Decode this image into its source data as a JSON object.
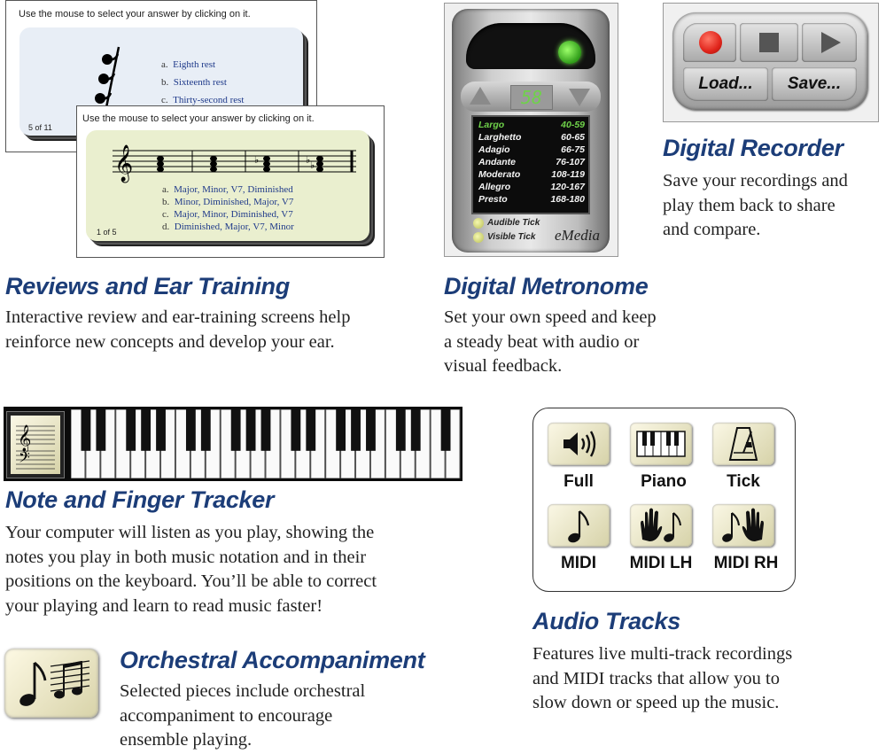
{
  "reviews": {
    "card1": {
      "instruction": "Use the mouse to select your answer by clicking on it.",
      "options": [
        {
          "letter": "a.",
          "text": "Eighth rest"
        },
        {
          "letter": "b.",
          "text": "Sixteenth rest"
        },
        {
          "letter": "c.",
          "text": "Thirty-second rest"
        }
      ],
      "page": "5 of 11"
    },
    "card2": {
      "instruction": "Use the mouse to select your answer by clicking on it.",
      "options": [
        {
          "letter": "a.",
          "text": "Major,  Minor,  V7,  Diminished"
        },
        {
          "letter": "b.",
          "text": "Minor,  Diminished,  Major,  V7"
        },
        {
          "letter": "c.",
          "text": "Major,  Minor,  Diminished,  V7"
        },
        {
          "letter": "d.",
          "text": "Diminished,  Major,  V7,  Minor"
        }
      ],
      "page": "1 of 5"
    },
    "heading": "Reviews and Ear Training",
    "description": [
      "Interactive review and ear-training screens help",
      "reinforce new concepts and develop your ear."
    ]
  },
  "metronome": {
    "display_value": "58",
    "tempos": [
      {
        "name": "Largo",
        "range": "40-59"
      },
      {
        "name": "Larghetto",
        "range": "60-65"
      },
      {
        "name": "Adagio",
        "range": "66-75"
      },
      {
        "name": "Andante",
        "range": "76-107"
      },
      {
        "name": "Moderato",
        "range": "108-119"
      },
      {
        "name": "Allegro",
        "range": "120-167"
      },
      {
        "name": "Presto",
        "range": "168-180"
      }
    ],
    "audible_label": "Audible Tick",
    "visible_label": "Visible Tick",
    "brand": "eMedia",
    "heading": "Digital Metronome",
    "description": [
      "Set your own speed and keep",
      "a steady beat with audio or",
      "visual feedback."
    ],
    "highlight_color": "#6fd24a"
  },
  "recorder": {
    "load_label": "Load...",
    "save_label": "Save...",
    "heading": "Digital Recorder",
    "description": [
      "Save your recordings and",
      "play them back to share",
      "and compare."
    ]
  },
  "tracker": {
    "heading": "Note and Finger Tracker",
    "description": [
      "Your computer will listen as you play, showing the",
      "notes you play in both music notation and in their",
      "positions on the keyboard. You’ll be able to correct",
      "your playing and learn to read music faster!"
    ]
  },
  "tracks": {
    "buttons": [
      {
        "label": "Full",
        "icon": "speaker-icon"
      },
      {
        "label": "Piano",
        "icon": "piano-icon"
      },
      {
        "label": "Tick",
        "icon": "metronome-icon"
      },
      {
        "label": "MIDI",
        "icon": "note-icon"
      },
      {
        "label": "MIDI LH",
        "icon": "left-hand-note-icon"
      },
      {
        "label": "MIDI RH",
        "icon": "note-right-hand-icon"
      }
    ],
    "heading": "Audio Tracks",
    "description": [
      "Features live multi-track recordings",
      "and MIDI tracks that allow you to",
      "slow down or speed up the music."
    ]
  },
  "orchestral": {
    "heading": "Orchestral Accompaniment",
    "description": [
      "Selected pieces include orchestral",
      "accompaniment to encourage",
      "ensemble playing."
    ]
  },
  "colors": {
    "heading": "#1c3d78",
    "card1_bg": "#e8eef6",
    "card2_bg": "#eaefcf",
    "record_red": "#e0241b"
  }
}
